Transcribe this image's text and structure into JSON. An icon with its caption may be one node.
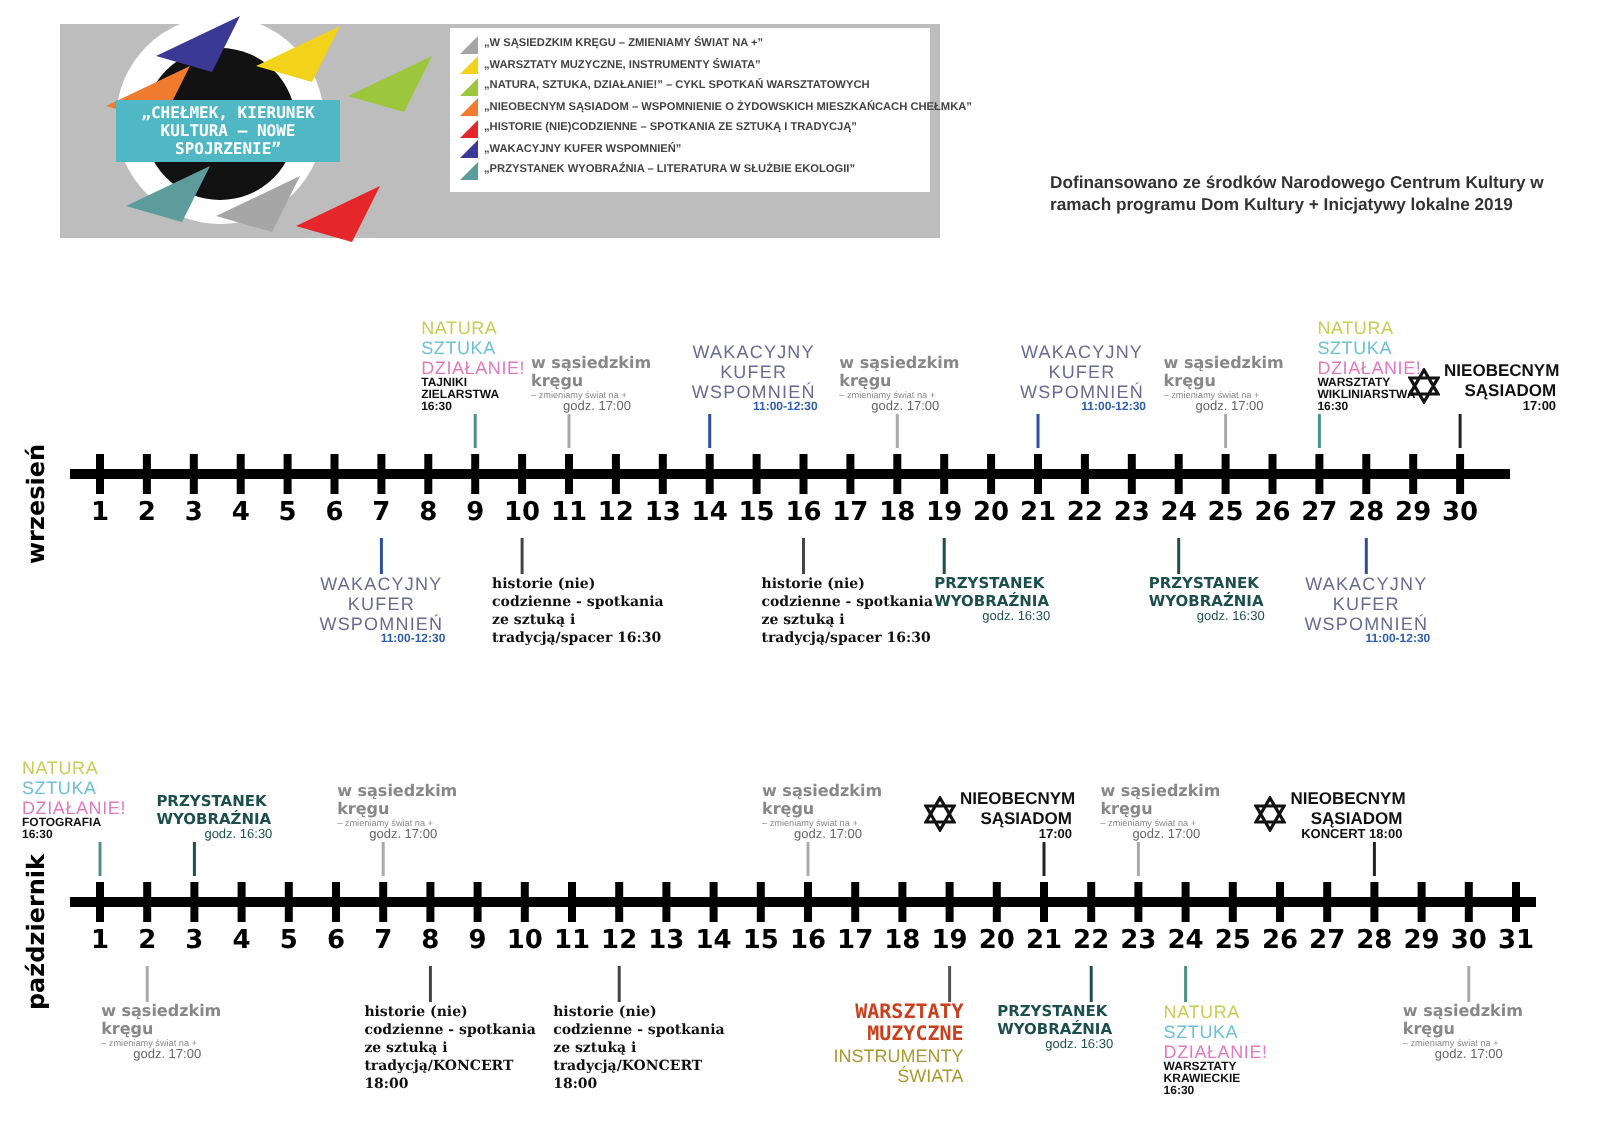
{
  "diagram": {
    "nodes": [
      {
        "text": [
          "NATURA SZTUKA DZIAŁANIE!",
          "TAJNIKI ZIELARSTWA",
          "16:30"
        ]
      },
      {
        "text": [
          "w sąsiedzkim kręgu",
          "– zmieniamy świat na +",
          "godz. 17:00"
        ]
      },
      {
        "text": [
          "WAKACYJNY KUFER WSPOMNIEŃ",
          "11:00-12:30"
        ]
      },
      {
        "text": [
          "w sąsiedzkim kręgu",
          "– zmieniamy świat na +",
          "godz. 17:00"
        ]
      },
      {
        "text": [
          "WAKACYJNY KUFER WSPOMNIEŃ",
          "11:00-12:30"
        ]
      },
      {
        "text": [
          "w sąsiedzkim kręgu",
          "– zmieniamy świat na +",
          "godz. 17:00"
        ]
      },
      {
        "text": [
          "NATURA SZTUKA DZIAŁANIE!",
          "WARSZTATY WIKLINIARSTWA",
          "16:30"
        ]
      },
      {
        "text": [
          "NIEOBECNYM SĄSIADOM",
          "17:00"
        ]
      },
      {
        "text": [
          "WAKACYJNY KUFER WSPOMNIEŃ",
          "11:00-12:30"
        ]
      },
      {
        "text": [
          "historie (nie) codzienne - spotkania ze sztuką i tradycją/spacer 16:30"
        ]
      },
      {
        "text": [
          "historie (nie) codzienne - spotkania ze sztuką i tradycją/spacer 16:30"
        ]
      },
      {
        "text": [
          "PRZYSTANEK WYOBRAŹNIA",
          "godz. 16:30"
        ]
      },
      {
        "text": [
          "PRZYSTANEK WYOBRAŹNIA",
          "godz. 16:30"
        ]
      },
      {
        "text": [
          "WAKACYJNY KUFER WSPOMNIEŃ",
          "11:00-12:30"
        ]
      },
      {
        "text": [
          "NATURA SZTUKA DZIAŁANIE!",
          "FOTOGRAFIA 16:30"
        ]
      },
      {
        "text": [
          "PRZYSTANEK WYOBRAŹNIA",
          "godz. 16:30"
        ]
      },
      {
        "text": [
          "w sąsiedzkim kręgu",
          "– zmieniamy świat na +",
          "godz. 17:00"
        ]
      },
      {
        "text": [
          "w sąsiedzkim kręgu",
          "– zmieniamy świat na +",
          "godz. 17:00"
        ]
      },
      {
        "text": [
          "NIEOBECNYM SĄSIADOM",
          "17:00"
        ]
      },
      {
        "text": [
          "w sąsiedzkim kręgu",
          "– zmieniamy świat na +",
          "godz. 17:00"
        ]
      },
      {
        "text": [
          "NIEOBECNYM SĄSIADOM",
          "KONCERT 18:00"
        ]
      },
      {
        "text": [
          "w sąsiedzkim kręgu",
          "– zmieniamy świat na +",
          "godz. 17:00"
        ]
      },
      {
        "text": [
          "historie (nie) codzienne - spotkania ze sztuką i tradycją/KONCERT 18:00"
        ]
      },
      {
        "text": [
          "historie (nie) codzienne - spotkania ze sztuką i tradycją/KONCERT 18:00"
        ]
      },
      {
        "text": [
          "WARSZTATY MUZYCZNE",
          "INSTRUMENTY ŚWIATA"
        ]
      },
      {
        "text": [
          "PRZYSTANEK WYOBRAŹNIA",
          "godz. 16:30"
        ]
      },
      {
        "text": [
          "NATURA SZTUKA DZIAŁANIE!",
          "WARSZTATY KRAWIECKIE",
          "16:30"
        ]
      },
      {
        "text": [
          "w sąsiedzkim kręgu",
          "– zmieniamy świat na +",
          "godz. 17:00"
        ]
      }
    ],
    "edges": [
      {
        "from": 0,
        "to": null,
        "arrow": "none",
        "color": "#4d8f8a"
      },
      {
        "from": 1,
        "to": null,
        "arrow": "none",
        "color": "#aaaaaa"
      },
      {
        "from": 2,
        "to": null,
        "arrow": "none",
        "color": "#2f4f9e"
      },
      {
        "from": 3,
        "to": null,
        "arrow": "none",
        "color": "#aaaaaa"
      },
      {
        "from": 4,
        "to": null,
        "arrow": "none",
        "color": "#2f4f9e"
      },
      {
        "from": 5,
        "to": null,
        "arrow": "none",
        "color": "#aaaaaa"
      },
      {
        "from": 6,
        "to": null,
        "arrow": "none",
        "color": "#4d8f8a"
      },
      {
        "from": 7,
        "to": null,
        "arrow": "none",
        "color": "#222222"
      },
      {
        "from": 8,
        "to": null,
        "arrow": "none",
        "color": "#2f4f9e"
      },
      {
        "from": 9,
        "to": null,
        "arrow": "none",
        "color": "#444444"
      },
      {
        "from": 10,
        "to": null,
        "arrow": "none",
        "color": "#444444"
      },
      {
        "from": 11,
        "to": null,
        "arrow": "none",
        "color": "#1d4f4f"
      },
      {
        "from": 12,
        "to": null,
        "arrow": "none",
        "color": "#1d4f4f"
      },
      {
        "from": 13,
        "to": null,
        "arrow": "none",
        "color": "#2f4f9e"
      },
      {
        "from": 14,
        "to": null,
        "arrow": "none",
        "color": "#4d8f8a"
      },
      {
        "from": 15,
        "to": null,
        "arrow": "none",
        "color": "#1d4f4f"
      },
      {
        "from": 16,
        "to": null,
        "arrow": "none",
        "color": "#aaaaaa"
      },
      {
        "from": 17,
        "to": null,
        "arrow": "none",
        "color": "#aaaaaa"
      },
      {
        "from": 18,
        "to": null,
        "arrow": "none",
        "color": "#222222"
      },
      {
        "from": 19,
        "to": null,
        "arrow": "none",
        "color": "#aaaaaa"
      },
      {
        "from": 20,
        "to": null,
        "arrow": "none",
        "color": "#222222"
      },
      {
        "from": 21,
        "to": null,
        "arrow": "none",
        "color": "#aaaaaa"
      },
      {
        "from": 22,
        "to": null,
        "arrow": "none",
        "color": "#444444"
      },
      {
        "from": 23,
        "to": null,
        "arrow": "none",
        "color": "#444444"
      },
      {
        "from": 24,
        "to": null,
        "arrow": "none",
        "color": "#555555"
      },
      {
        "from": 25,
        "to": null,
        "arrow": "none",
        "color": "#1d4f4f"
      },
      {
        "from": 26,
        "to": null,
        "arrow": "none",
        "color": "#4d8f8a"
      },
      {
        "from": 27,
        "to": null,
        "arrow": "none",
        "color": "#aaaaaa"
      }
    ],
    "labels": [
      "„CHEŁMEK, KIERUNEK KULTURA – NOWE SPOJRZENIE”",
      "Dofinansowano ze środków Narodowego Centrum Kultury w ramach programu Dom Kultury + Inicjatywy lokalne 2019",
      "wrzesień",
      "1",
      "2",
      "3",
      "4",
      "5",
      "6",
      "7",
      "8",
      "9",
      "10",
      "11",
      "12",
      "13",
      "14",
      "15",
      "16",
      "17",
      "18",
      "19",
      "20",
      "21",
      "22",
      "23",
      "24",
      "25",
      "26",
      "27",
      "28",
      "29",
      "30",
      "październik",
      "1",
      "2",
      "3",
      "4",
      "5",
      "6",
      "7",
      "8",
      "9",
      "10",
      "11",
      "12",
      "13",
      "14",
      "15",
      "16",
      "17",
      "18",
      "19",
      "20",
      "21",
      "22",
      "23",
      "24",
      "25",
      "26",
      "27",
      "28",
      "29",
      "30",
      "31"
    ],
    "legend": [
      {
        "text": "„W SĄSIEDZKIM KRĘGU – ZMIENIAMY ŚWIAT NA +”",
        "color": "#a6a6a6"
      },
      {
        "text": "„WARSZTATY MUZYCZNE, INSTRUMENTY ŚWIATA”",
        "color": "#f2d21b"
      },
      {
        "text": "„NATURA, SZTUKA, DZIAŁANIE!” – CYKL SPOTKAŃ WARSZTATOWYCH",
        "color": "#9cc63b"
      },
      {
        "text": "„NIEOBECNYM SĄSIADOM – WSPOMNIENIE O ŻYDOWSKICH MIESZKAŃCACH CHEŁMKA”",
        "color": "#f07b2f"
      },
      {
        "text": "„HISTORIE (NIE)CODZIENNE – SPOTKANIA ZE SZTUKĄ I TRADYCJĄ”",
        "color": "#e5262a"
      },
      {
        "text": "„WAKACYJNY KUFER WSPOMNIEŃ”",
        "color": "#3a3a95"
      },
      {
        "text": "„PRZYSTANEK WYOBRAŹNIA – LITERATURA W SŁUŻBIE EKOLOGII”",
        "color": "#5c9c9c"
      }
    ]
  }
}
